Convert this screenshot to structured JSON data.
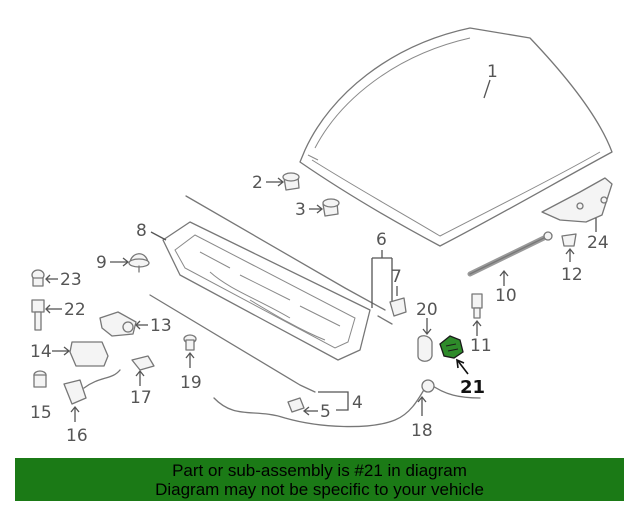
{
  "diagram": {
    "callouts": [
      {
        "id": "1",
        "text": "1"
      },
      {
        "id": "2",
        "text": "2"
      },
      {
        "id": "3",
        "text": "3"
      },
      {
        "id": "4",
        "text": "4"
      },
      {
        "id": "5",
        "text": "5"
      },
      {
        "id": "6",
        "text": "6"
      },
      {
        "id": "7",
        "text": "7"
      },
      {
        "id": "8",
        "text": "8"
      },
      {
        "id": "9",
        "text": "9"
      },
      {
        "id": "10",
        "text": "10"
      },
      {
        "id": "11",
        "text": "11"
      },
      {
        "id": "12",
        "text": "12"
      },
      {
        "id": "13",
        "text": "13"
      },
      {
        "id": "14",
        "text": "14"
      },
      {
        "id": "15",
        "text": "15"
      },
      {
        "id": "16",
        "text": "16"
      },
      {
        "id": "17",
        "text": "17"
      },
      {
        "id": "18",
        "text": "18"
      },
      {
        "id": "19",
        "text": "19"
      },
      {
        "id": "20",
        "text": "20"
      },
      {
        "id": "21",
        "text": "21"
      },
      {
        "id": "22",
        "text": "22"
      },
      {
        "id": "23",
        "text": "23"
      },
      {
        "id": "24",
        "text": "24"
      }
    ],
    "highlighted_part": "21",
    "highlight_color": "#2e8b2a"
  },
  "banner": {
    "line1": "Part or sub-assembly is #21 in diagram",
    "line2": "Diagram may not be specific to your vehicle",
    "background": "#1b7a16"
  }
}
